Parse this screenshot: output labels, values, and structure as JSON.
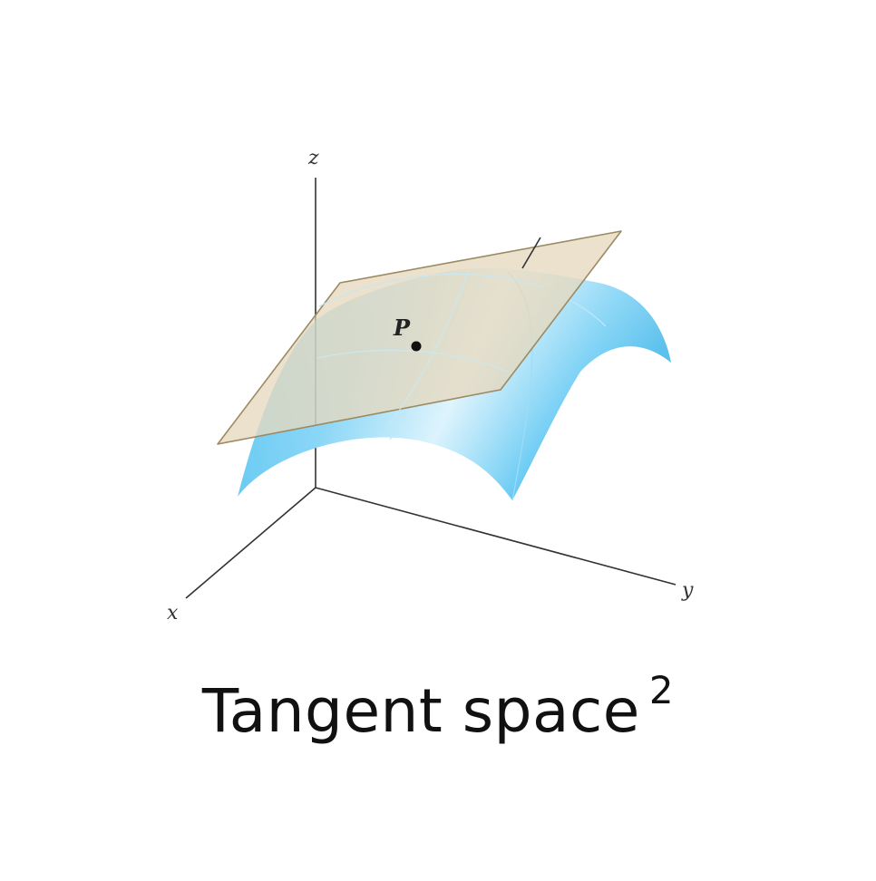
{
  "diagram": {
    "axes": {
      "x_label": "x",
      "y_label": "y",
      "z_label": "z"
    },
    "point_label": "P",
    "colors": {
      "surface": "#35b6ee",
      "surface_light": "#d6f1fc",
      "plane": "#e6d9bf",
      "plane_edge": "#9c8a62",
      "axis": "#333333"
    }
  },
  "caption": {
    "text": "Tangent space",
    "superscript": "2"
  }
}
